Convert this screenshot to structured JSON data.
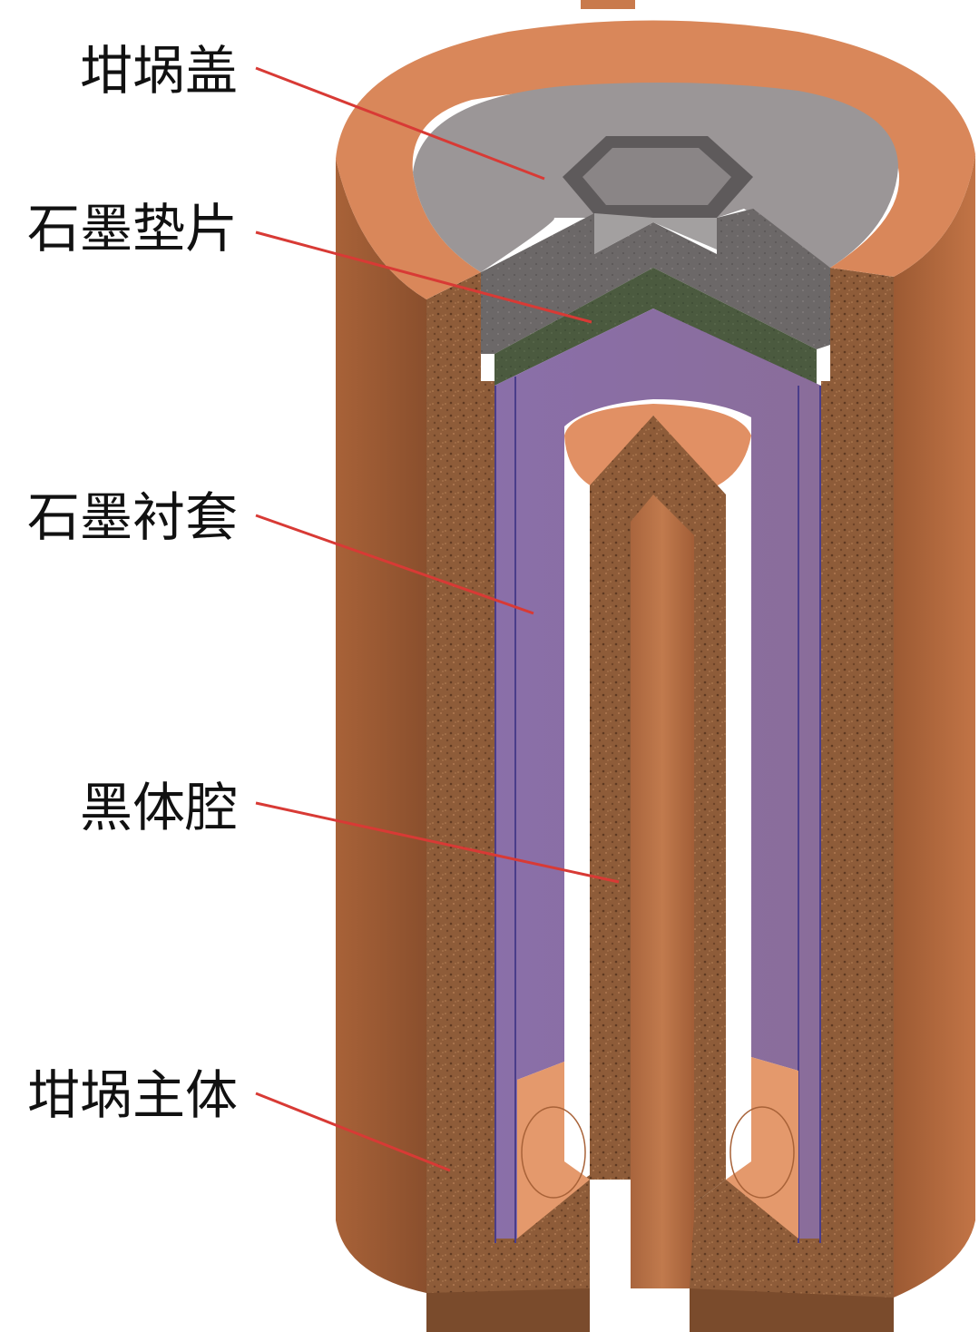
{
  "labels": {
    "crucible_lid": "坩埚盖",
    "graphite_gasket": "石墨垫片",
    "graphite_liner": "石墨衬套",
    "blackbody_cavity": "黑体腔",
    "crucible_body": "坩埚主体"
  },
  "colors": {
    "crucible_outer": "#9a5a34",
    "crucible_section": "#8a5a38",
    "crucible_rim": "#d9875a",
    "lid": "#9b9697",
    "lid_section": "#6e6a6b",
    "gasket": "#4a5a40",
    "liner": "#8d72ab",
    "liner_edge": "#4a3d8a",
    "cavity": "#b8734a",
    "leader": "#d83a35"
  }
}
